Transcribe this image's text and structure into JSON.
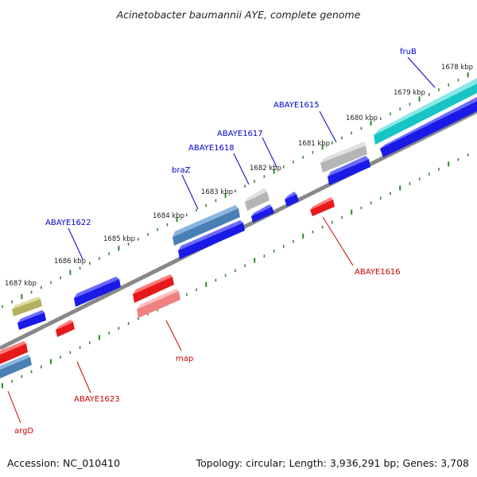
{
  "title": "Acinetobacter baumannii AYE, complete genome",
  "accession": "Accession: NC_010410",
  "summary": "Topology: circular; Length: 3,936,291 bp; Genes: 3,708",
  "colors": {
    "backbone": "#888888",
    "tick_major": "#3a8a3a",
    "tick_minor": "#2f7a2f",
    "label_forward": "#0000cc",
    "label_reverse": "#cc0000"
  },
  "scale_labels": [
    "1678 kbp",
    "1679 kbp",
    "1680 kbp",
    "1681 kbp",
    "1682 kbp",
    "1683 kbp",
    "1684 kbp",
    "1685 kbp",
    "1686 kbp",
    "1687 kbp"
  ],
  "gene_labels_forward": [
    "fruB",
    "ABAYE1615",
    "ABAYE1617",
    "ABAYE1618",
    "braZ",
    "ABAYE1622"
  ],
  "gene_labels_reverse": [
    "ABAYE1616",
    "map",
    "ABAYE1623",
    "argD"
  ],
  "genes": [
    {
      "name": "fruB-bar",
      "color": "#19c4c4"
    },
    {
      "name": "abaye1615-bar",
      "color": "#b5b5b5"
    },
    {
      "name": "abaye1617-bar",
      "color": "#b5b5b5"
    },
    {
      "name": "brazl-bar",
      "color": "#4a7fb5"
    },
    {
      "name": "olive-gene-bar",
      "color": "#b5b060"
    },
    {
      "name": "blue-gene-bar",
      "color": "#1a1ae6"
    },
    {
      "name": "red-gene-bar",
      "color": "#e61a1a"
    },
    {
      "name": "pink-gene-bar",
      "color": "#f08080"
    },
    {
      "name": "steel-gene-bar",
      "color": "#4a7fb5"
    }
  ]
}
